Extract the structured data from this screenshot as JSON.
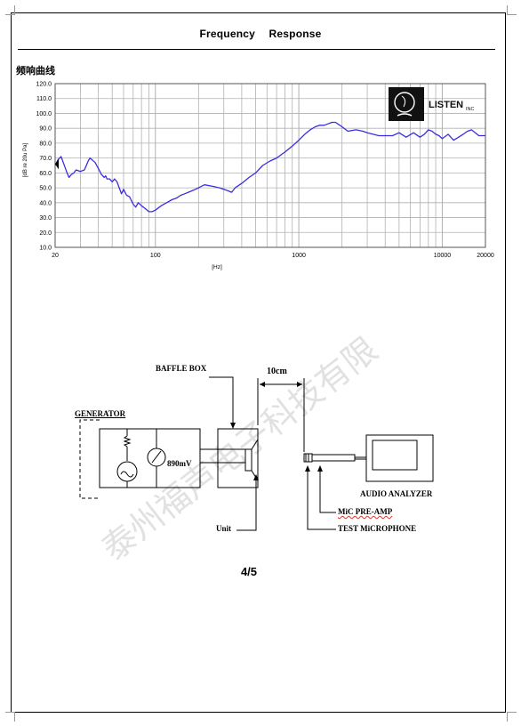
{
  "document": {
    "title_left": "Frequency",
    "title_right": "Response",
    "section_label": "频响曲线",
    "page_number": "4/5"
  },
  "logo": {
    "text": "LISTEN",
    "suffix": "INC"
  },
  "watermark": {
    "text": "泰州福声电子科技有限"
  },
  "colors": {
    "curve": "#3a2de0",
    "grid": "#b0b0b0",
    "ink": "#000000"
  },
  "chart_data": {
    "type": "line",
    "xscale": "log",
    "xlim": [
      20,
      20000
    ],
    "ylim": [
      10,
      120
    ],
    "xlabel": "[Hz]",
    "ylabel": "[dB re 20u Pa]",
    "grid": true,
    "x_tick_labels": [
      "20",
      "100",
      "1000",
      "10000",
      "20000"
    ],
    "x_ticks": [
      20,
      100,
      1000,
      10000,
      20000
    ],
    "y_tick_labels": [
      "120.0",
      "110.0",
      "100.0",
      "90.0",
      "80.0",
      "70.0",
      "60.0",
      "50.0",
      "40.0",
      "30.0",
      "20.0",
      "10.0"
    ],
    "y_ticks": [
      120,
      110,
      100,
      90,
      80,
      70,
      60,
      50,
      40,
      30,
      20,
      10
    ],
    "series": [
      {
        "x": [
          20,
          21,
          22,
          23,
          24,
          25,
          26,
          27,
          28,
          30,
          32,
          33,
          34,
          35,
          36,
          38,
          40,
          42,
          44,
          45,
          46,
          48,
          50,
          52,
          54,
          56,
          58,
          60,
          63,
          66,
          70,
          73,
          76,
          80,
          85,
          90,
          95,
          100,
          110,
          120,
          130,
          140,
          150,
          160,
          170,
          180,
          190,
          200,
          220,
          250,
          280,
          300,
          320,
          340,
          360,
          400,
          450,
          500,
          560,
          630,
          700,
          800,
          900,
          1000,
          1100,
          1200,
          1300,
          1400,
          1500,
          1600,
          1700,
          1800,
          2000,
          2200,
          2500,
          2800,
          3000,
          3300,
          3600,
          4000,
          4500,
          5000,
          5600,
          6300,
          7000,
          7500,
          8000,
          8500,
          9000,
          9500,
          10000,
          11000,
          12000,
          13000,
          14000,
          15000,
          16000,
          17000,
          18000,
          20000
        ],
        "y": [
          65,
          69,
          71,
          66,
          61,
          57,
          59,
          60,
          62,
          61,
          62,
          65,
          68,
          70,
          69,
          67,
          63,
          59,
          57,
          58,
          56,
          56,
          54,
          56,
          54,
          50,
          46,
          49,
          45,
          44,
          39,
          37,
          40,
          38,
          36,
          34,
          34,
          35,
          38,
          40,
          42,
          43,
          45,
          46,
          47,
          48,
          49,
          50,
          52,
          51,
          50,
          49,
          48,
          47,
          50,
          53,
          57,
          60,
          65,
          68,
          70,
          74,
          78,
          82,
          86,
          89,
          91,
          92,
          92,
          93,
          94,
          94,
          91,
          88,
          89,
          88,
          87,
          86,
          85,
          85,
          85,
          87,
          84,
          87,
          84,
          86,
          89,
          88,
          86,
          85,
          83,
          86,
          82,
          84,
          86,
          88,
          89,
          87,
          85,
          85
        ]
      }
    ]
  },
  "diagram": {
    "generator_label": "GENERATOR",
    "baffle_label": "BAFFLE BOX",
    "distance_label": "10cm",
    "voltage_label": "890mV",
    "unit_label": "Unit",
    "analyzer_label": "AUDIO ANALYZER",
    "preamp_label": "MiC PRE-AMP",
    "mic_label": "TEST MiCROPHONE"
  }
}
